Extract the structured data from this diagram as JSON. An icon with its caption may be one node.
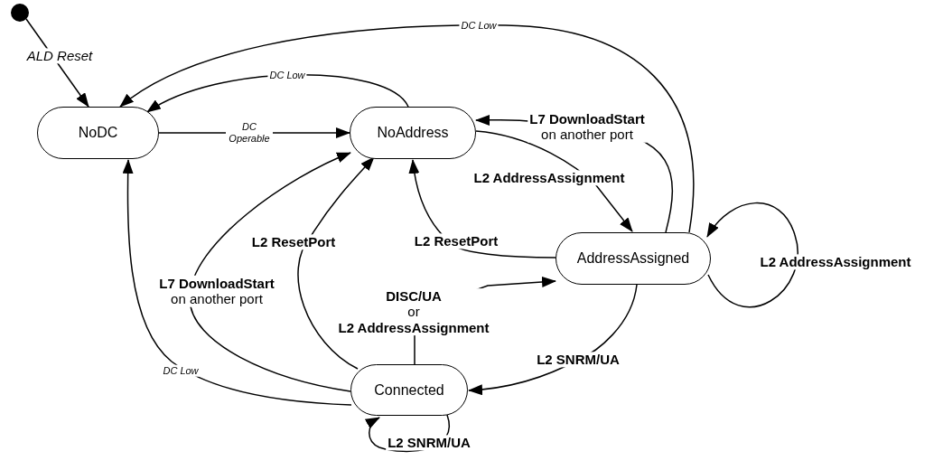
{
  "diagram": {
    "nodes": [
      {
        "text": [],
        "shape": "circle"
      },
      {
        "text": [
          "NoDC"
        ]
      },
      {
        "text": [
          "NoAddress"
        ]
      },
      {
        "text": [
          "AddressAssigned"
        ]
      },
      {
        "text": [
          "Connected"
        ]
      }
    ],
    "edges": [
      {
        "from": 0,
        "to": 1,
        "arrow": "to",
        "label": "ALD Reset"
      },
      {
        "from": 2,
        "to": 1,
        "arrow": "to",
        "label": "DC Low"
      },
      {
        "from": 3,
        "to": 1,
        "arrow": "to",
        "label": "DC Low"
      },
      {
        "from": 1,
        "to": 2,
        "arrow": "to",
        "label": "DC Operable"
      },
      {
        "from": 3,
        "to": 2,
        "arrow": "to",
        "label": "**L7 DownloadStart** on another port"
      },
      {
        "from": 2,
        "to": 3,
        "arrow": "to",
        "label": "L2 AddressAssignment"
      },
      {
        "from": 3,
        "to": 3,
        "arrow": "to",
        "label": "L2 AddressAssignment"
      },
      {
        "from": 3,
        "to": 2,
        "arrow": "to",
        "label": "L2 ResetPort"
      },
      {
        "from": 4,
        "to": 2,
        "arrow": "to",
        "label": "L2 ResetPort"
      },
      {
        "from": 4,
        "to": 2,
        "arrow": "to",
        "label": "**L7 DownloadStart** on another port"
      },
      {
        "from": 4,
        "to": 1,
        "arrow": "to",
        "label": "DC Low"
      },
      {
        "from": 4,
        "to": 3,
        "arrow": "to",
        "label": "**DISC/UA** or **L2 AddressAssignment**"
      },
      {
        "from": 3,
        "to": 4,
        "arrow": "to",
        "label": "L2 SNRM/UA"
      },
      {
        "from": 4,
        "to": 4,
        "arrow": "to",
        "label": "L2 SNRM/UA"
      }
    ]
  }
}
